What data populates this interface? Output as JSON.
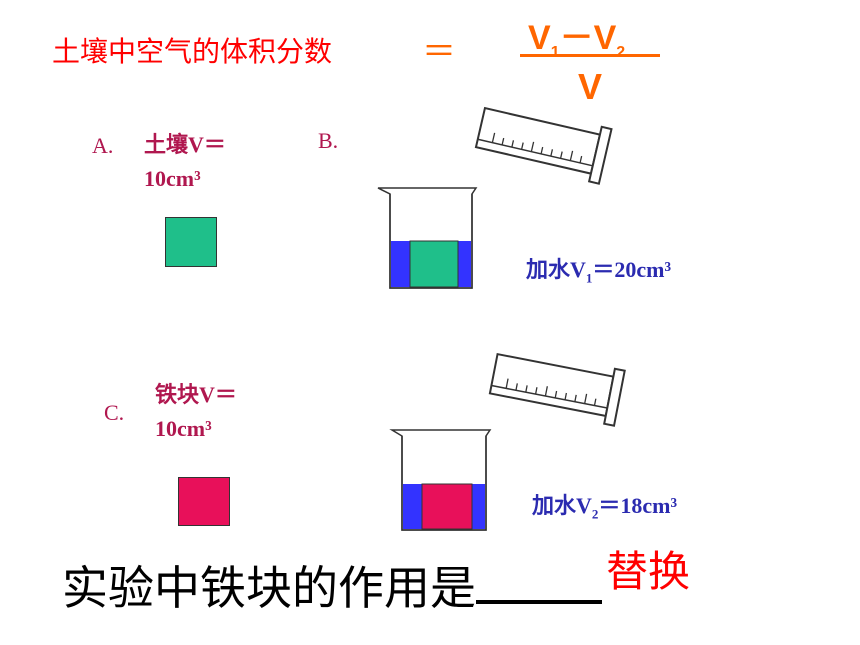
{
  "formula": {
    "text": "土壤中空气的体积分数",
    "equals": "＝",
    "numerator_v1": "V",
    "numerator_sub1": "1",
    "numerator_minus": "－",
    "numerator_v2": "V",
    "numerator_sub2": "2",
    "denominator": "V"
  },
  "step_a": {
    "letter": "A.",
    "line1": "土壤V＝",
    "line2": "10cm³"
  },
  "step_b": {
    "letter": "B.",
    "water_prefix": "加水V",
    "water_sub": "1",
    "water_value": "＝20cm³"
  },
  "step_c": {
    "letter": "C.",
    "line1": "铁块V＝",
    "line2": "10cm³",
    "water_prefix": "加水V",
    "water_sub": "2",
    "water_value": "＝18cm³"
  },
  "question": {
    "text": "实验中铁块的作用是",
    "answer": "替换"
  },
  "colors": {
    "soil": "#1fbf8a",
    "iron": "#e8105a",
    "water": "#3333ff",
    "formula": "#ff6600",
    "title": "#ff0000",
    "label": "#b0174f",
    "water_label": "#2b2bb0"
  }
}
